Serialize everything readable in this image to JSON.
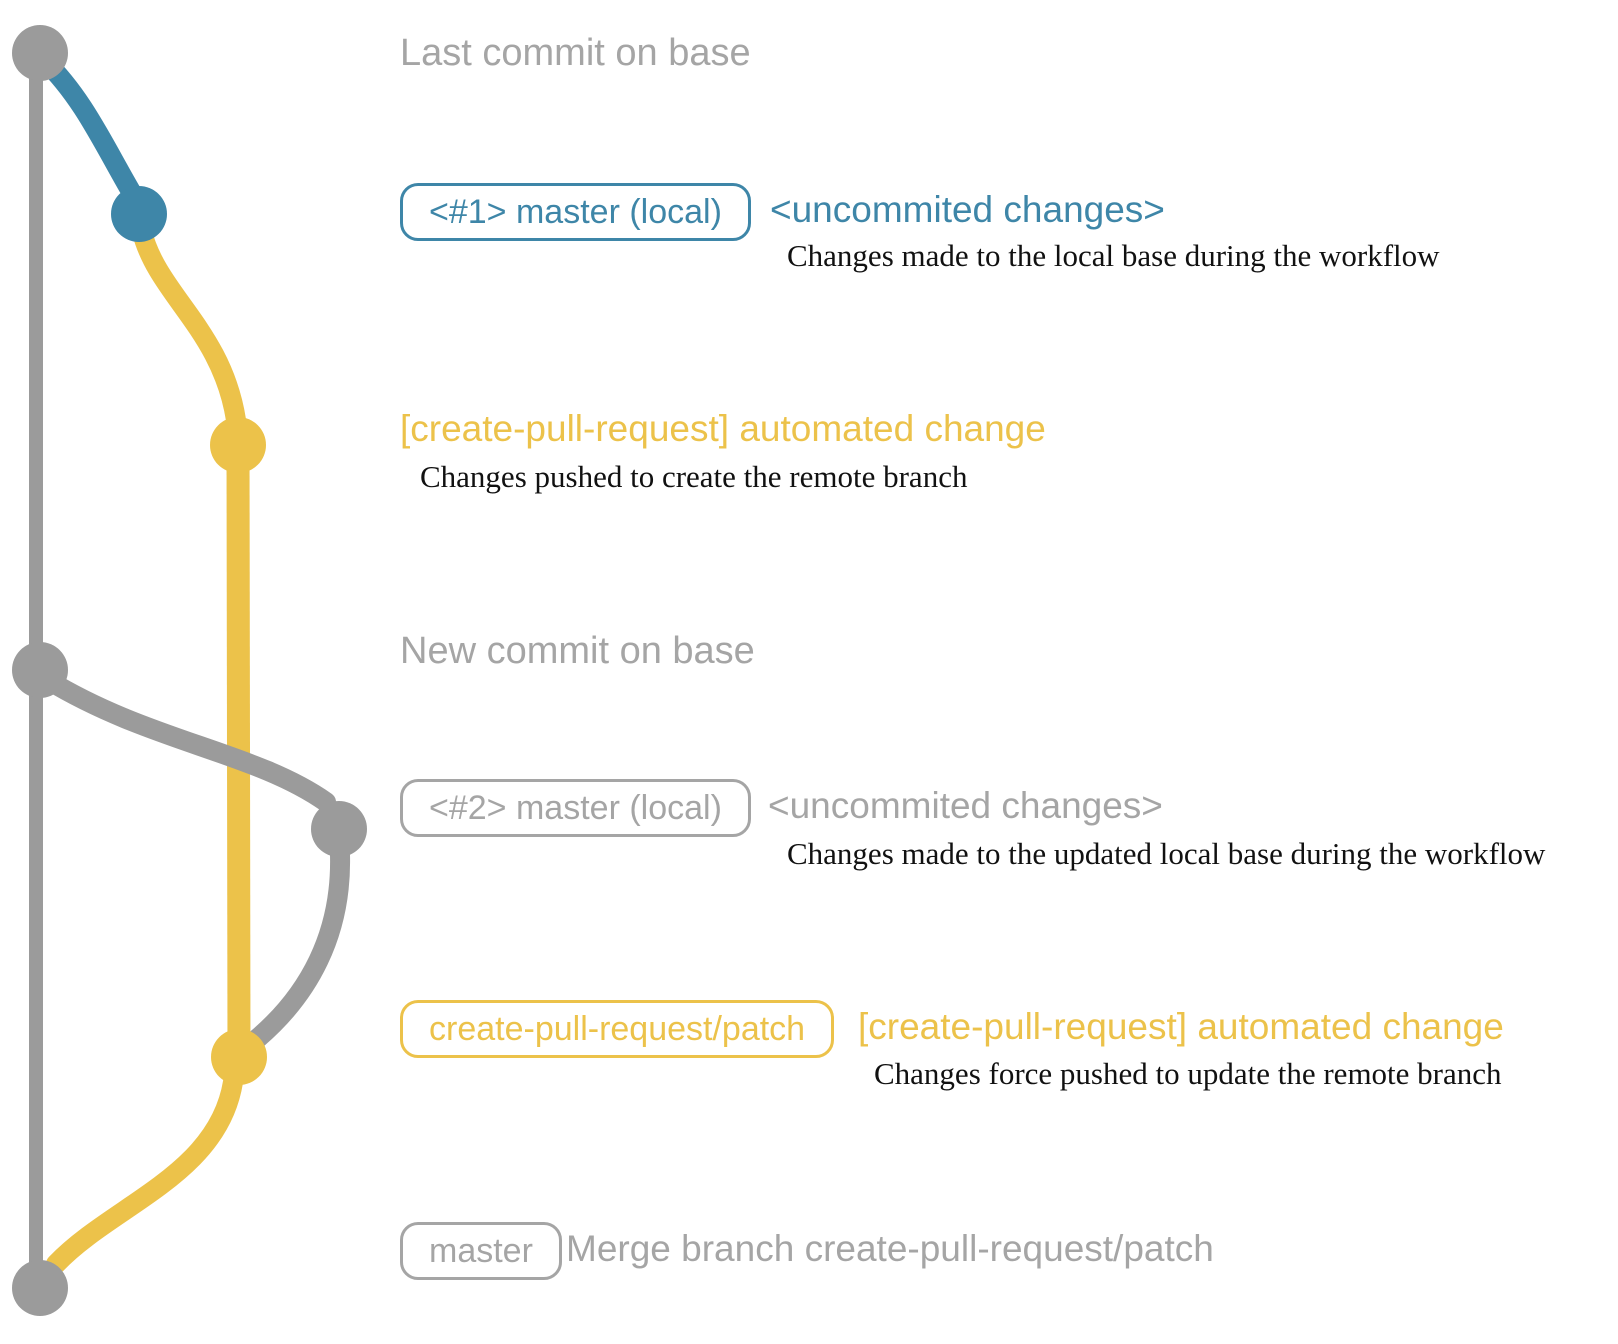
{
  "colors": {
    "base_gray": "#9b9b9b",
    "label_gray": "#a5a5a5",
    "blue": "#3e86a8",
    "yellow": "#ecc24a",
    "caption_black": "#111111"
  },
  "annotations": {
    "last_commit": {
      "label": "Last commit on base"
    },
    "commit1": {
      "badge": "<#1> master (local)",
      "message": "<uncommited changes>",
      "caption": "Changes made to the local base during the workflow"
    },
    "push1": {
      "message": "[create-pull-request] automated change",
      "caption": "Changes pushed to create the remote branch"
    },
    "new_commit": {
      "label": "New commit on base"
    },
    "commit2": {
      "badge": "<#2> master (local)",
      "message": "<uncommited changes>",
      "caption": "Changes made to the updated local base during the workflow"
    },
    "push2": {
      "badge": "create-pull-request/patch",
      "message": "[create-pull-request] automated change",
      "caption": "Changes force pushed to update the remote branch"
    },
    "merge": {
      "badge": "master",
      "message": "Merge branch create-pull-request/patch"
    }
  }
}
